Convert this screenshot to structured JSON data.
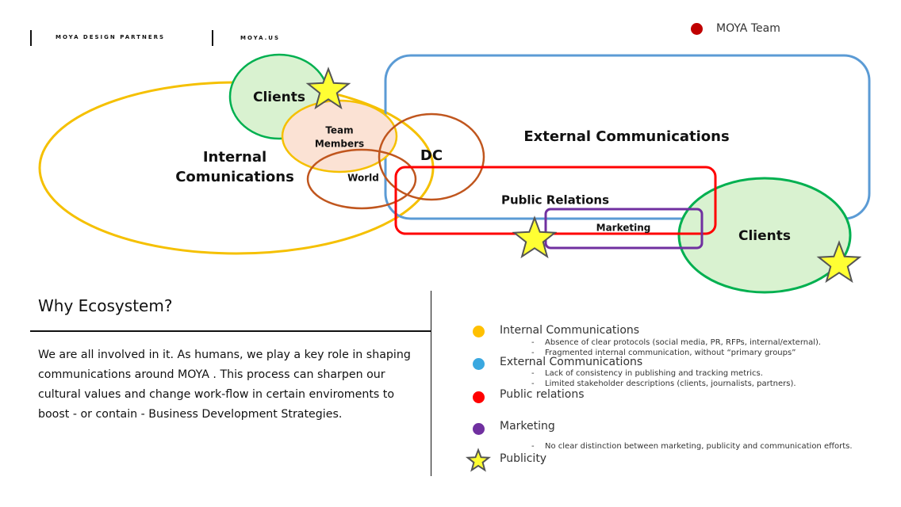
{
  "header": {
    "company": "MOYA DESIGN PARTNERS",
    "website": "MOYA.US",
    "legend_label": "MOYA Team"
  },
  "diagram": {
    "clients_top": "Clients",
    "team_members": [
      "Team",
      "Members"
    ],
    "internal": [
      "Internal",
      "Comunications"
    ],
    "world": "World",
    "dc": "DC",
    "external": "External Communications",
    "public_relations": "Public Relations",
    "marketing": "Marketing",
    "clients_right": "Clients"
  },
  "why": {
    "title": "Why Ecosystem?",
    "body": "We are all involved in it. As humans, we play a key role in shaping communications around MOYA . This process can sharpen our cultural values and change work-flow in certain enviroments to boost - or contain - Business Development Strategies."
  },
  "legend": [
    {
      "label": "Internal Communications",
      "color": "#ffc000",
      "notes": [
        "Absence of clear protocols (social media, PR, RFPs, internal/external).",
        "Fragmented internal communication, without “primary groups”"
      ]
    },
    {
      "label": "External Communications",
      "color": "#3aa8e0",
      "notes": [
        "Lack of consistency in publishing and tracking metrics.",
        "Limited stakeholder descriptions (clients, journalists, partners)."
      ]
    },
    {
      "label": "Public relations",
      "color": "#ff0000",
      "notes": []
    },
    {
      "label": "Marketing",
      "color": "#7030a0",
      "notes": [
        "No clear distinction between marketing, publicity and communication efforts."
      ]
    },
    {
      "label": "Publicity",
      "icon": "star-icon",
      "notes": []
    }
  ],
  "colors": {
    "team": "#c00000",
    "star": "#ffff33"
  }
}
